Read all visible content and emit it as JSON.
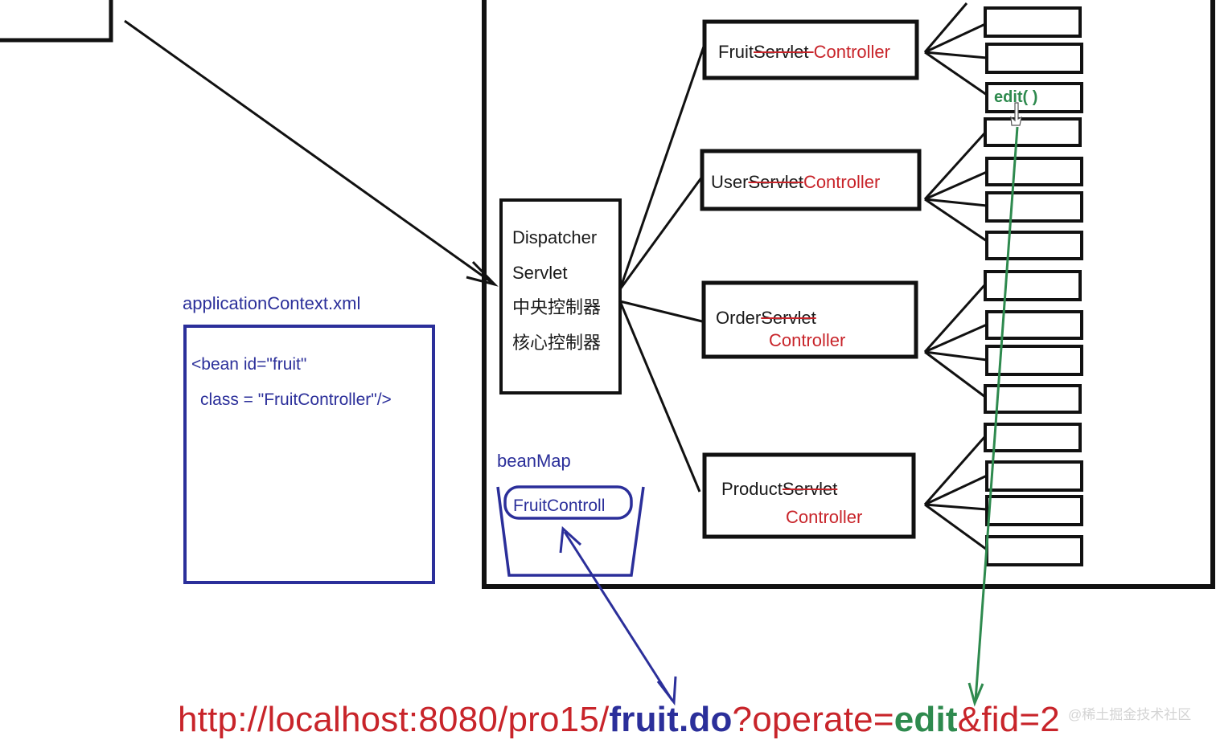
{
  "controllers": [
    {
      "id": "fruit",
      "prefix": "Fruit",
      "struck": "Servlet ",
      "suffix": "Controller"
    },
    {
      "id": "user",
      "prefix": "User",
      "struck": "Servlet",
      "suffix": "Controller"
    },
    {
      "id": "order",
      "prefix": "Order",
      "struck": "Servlet",
      "suffix": "Controller"
    },
    {
      "id": "product",
      "prefix": "Product",
      "struck": "Servlet",
      "suffix": "Controller"
    }
  ],
  "dispatcher": {
    "line1": "Dispatcher",
    "line2": "Servlet",
    "line3": "中央控制器",
    "line4": "核心控制器"
  },
  "app_context": {
    "title": "applicationContext.xml",
    "line1": "<bean id=\"fruit\"",
    "line2": "class = \"FruitController\"/>"
  },
  "bean_map": {
    "title": "beanMap",
    "item": "FruitControll"
  },
  "method_label": "edit( )",
  "url": {
    "prefix": "http://localhost:8080/pro15/",
    "path": "fruit.do",
    "query": "?operate=",
    "operate": "edit",
    "param": "&fid=2"
  },
  "watermark": "@稀土掘金技术社区",
  "colors": {
    "black": "#111111",
    "red": "#c8242a",
    "blue": "#2b2f9a",
    "green": "#2e8a4e"
  }
}
